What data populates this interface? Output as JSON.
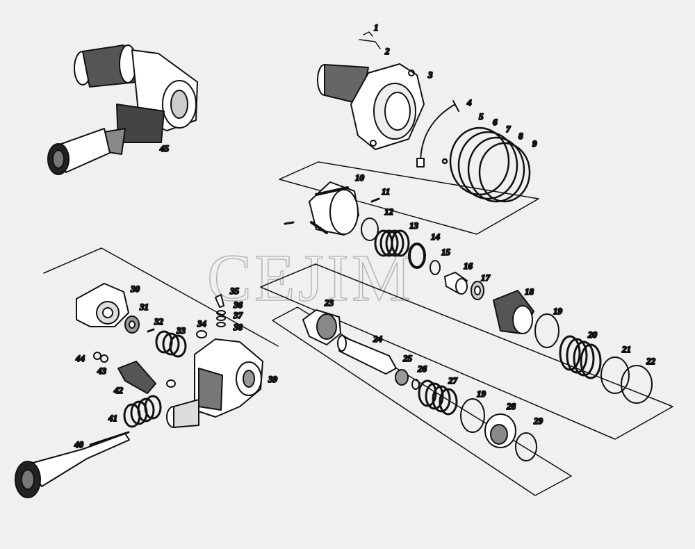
{
  "watermark": "CEJIM",
  "callouts": [
    "1",
    "2",
    "3",
    "4",
    "5",
    "6",
    "7",
    "8",
    "9",
    "10",
    "11",
    "12",
    "13",
    "14",
    "15",
    "16",
    "17",
    "18",
    "19",
    "20",
    "21",
    "22",
    "23",
    "24",
    "25",
    "26",
    "27",
    "19",
    "28",
    "29",
    "30",
    "31",
    "32",
    "33",
    "34",
    "35",
    "36",
    "37",
    "38",
    "39",
    "40",
    "41",
    "42",
    "43",
    "44",
    "45"
  ]
}
